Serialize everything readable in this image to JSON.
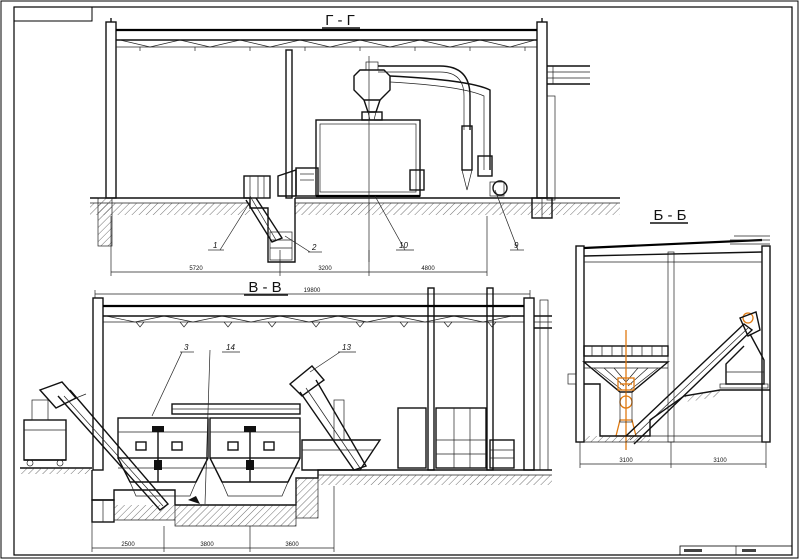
{
  "sections": {
    "gg": "Г - Г",
    "vv": "В - В",
    "bb": "Б - Б"
  },
  "callouts": {
    "c1": "1",
    "c2": "2",
    "c10": "10",
    "c9": "9",
    "c3": "3",
    "c14": "14",
    "c13": "13"
  },
  "dimensions": {
    "gg_d1": "5720",
    "gg_d2": "3200",
    "gg_d3": "4800",
    "vv_total": "19800",
    "vv_d1": "2500",
    "vv_d2": "3800",
    "vv_d3": "3600",
    "bb_d1": "3100",
    "bb_d2": "3100"
  },
  "colors": {
    "line": "#111111",
    "accent": "#e07a10"
  }
}
